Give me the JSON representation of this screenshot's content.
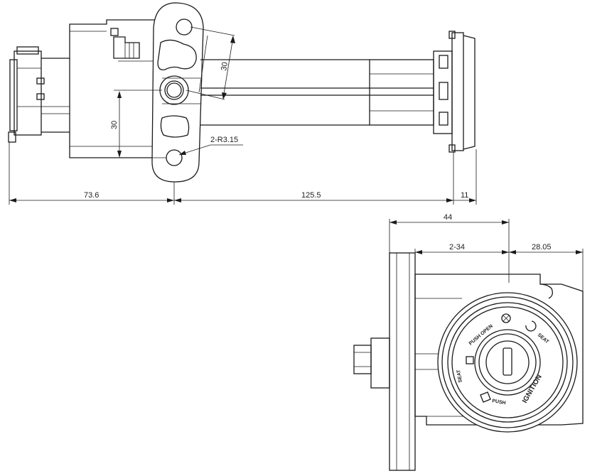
{
  "dimensions": {
    "left_length": "73.6",
    "middle_length": "125.5",
    "end_length": "11",
    "vertical_30_left": "30",
    "angled_30": "30",
    "hole_radius": "2-R3.15",
    "width_44": "44",
    "hole_spacing": "2-34",
    "offset": "28.05"
  },
  "face_labels": {
    "push_open": "PUSH OPEN",
    "push": "PUSH",
    "ignition": "IGNITION",
    "seat_left": "SEAT",
    "seat_right": "SEAT"
  },
  "colors": {
    "line": "#1a1a1a",
    "background": "#ffffff"
  }
}
